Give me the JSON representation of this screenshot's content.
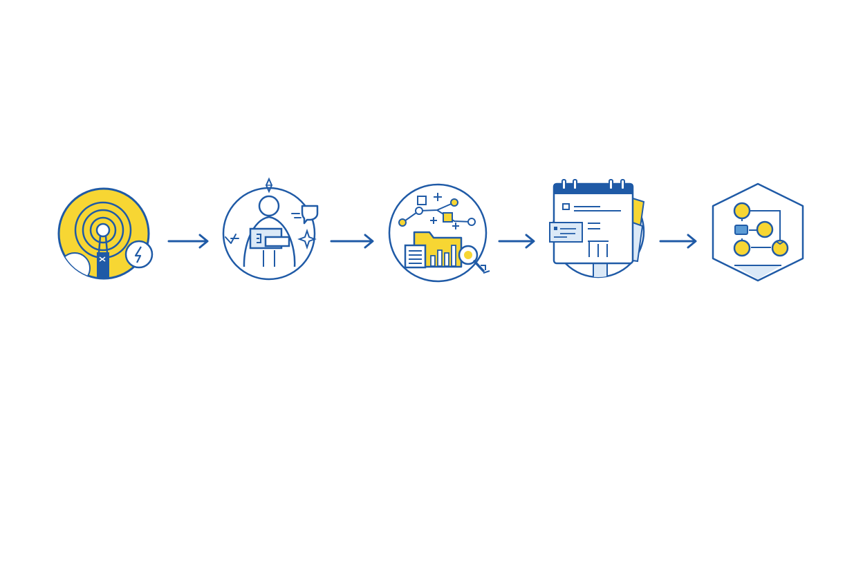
{
  "diagram": {
    "type": "process-flow",
    "direction": "left-to-right",
    "colors": {
      "primary": "#1f5aa6",
      "accent": "#f7d633",
      "light": "#dbe9f7",
      "background": "#ffffff"
    },
    "steps": [
      {
        "icon": "lightbulb-idea-icon",
        "shape": "circle"
      },
      {
        "icon": "person-presenting-icon",
        "shape": "circle"
      },
      {
        "icon": "data-analysis-folder-icon",
        "shape": "circle"
      },
      {
        "icon": "calendar-planning-icon",
        "shape": "circle"
      },
      {
        "icon": "workflow-network-icon",
        "shape": "hexagon"
      }
    ],
    "connectors": [
      {
        "from": 0,
        "to": 1,
        "icon": "arrow-right-icon"
      },
      {
        "from": 1,
        "to": 2,
        "icon": "arrow-right-icon"
      },
      {
        "from": 2,
        "to": 3,
        "icon": "arrow-right-icon"
      },
      {
        "from": 3,
        "to": 4,
        "icon": "arrow-right-icon"
      }
    ]
  }
}
